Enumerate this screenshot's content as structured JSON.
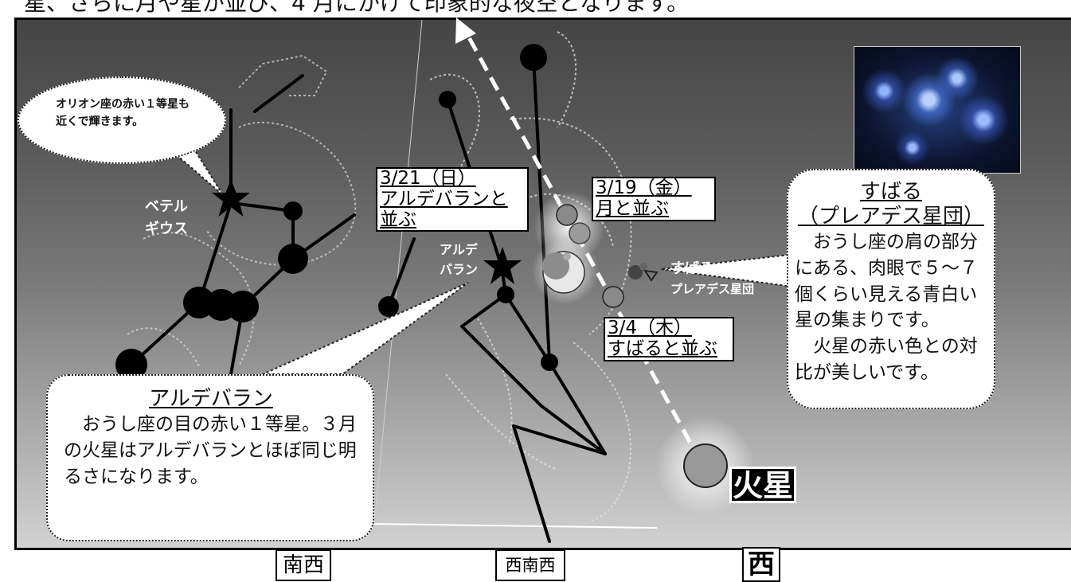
{
  "header": {
    "text": "星、さらに月や星が並び、4 月にかけて印象的な夜空となります。"
  },
  "speech_bubble": {
    "text": "オリオン座の赤い１等星も近くで輝きます。"
  },
  "star_labels": {
    "betelgeuse": "ベテルギウス",
    "aldebaran": "アルデバラン",
    "subaru": "すばる",
    "pleiades": "プレアデス星団"
  },
  "date_tags": {
    "mar21": {
      "date": "3/21（日）",
      "text": "アルデバランと並ぶ"
    },
    "mar19": {
      "date": "3/19（金）",
      "text": "月と並ぶ"
    },
    "mar4": {
      "date": "3/4（木）",
      "text": "すばると並ぶ"
    }
  },
  "mars": {
    "label": "火星"
  },
  "aldebaran_box": {
    "title": "アルデバラン",
    "body": "　おうし座の目の赤い１等星。３月の火星はアルデバランとほぼ同じ明るさになります。"
  },
  "subaru_box": {
    "title1": "すばる",
    "title2": "（プレアデス星団）",
    "body1": "　おうし座の肩の部分にある、肉眼で５〜７個くらい見える青白い星の集まりです。",
    "body2": "　火星の赤い色との対比が美しいです。"
  },
  "directions": {
    "sw": "南西",
    "wsw": "西南西",
    "w": "西"
  },
  "colors": {
    "sky_top": "#454545",
    "sky_bottom": "#d2d2d2",
    "mars_glow": "#ffffff",
    "pleiades_blue": "#8fb2ff"
  }
}
